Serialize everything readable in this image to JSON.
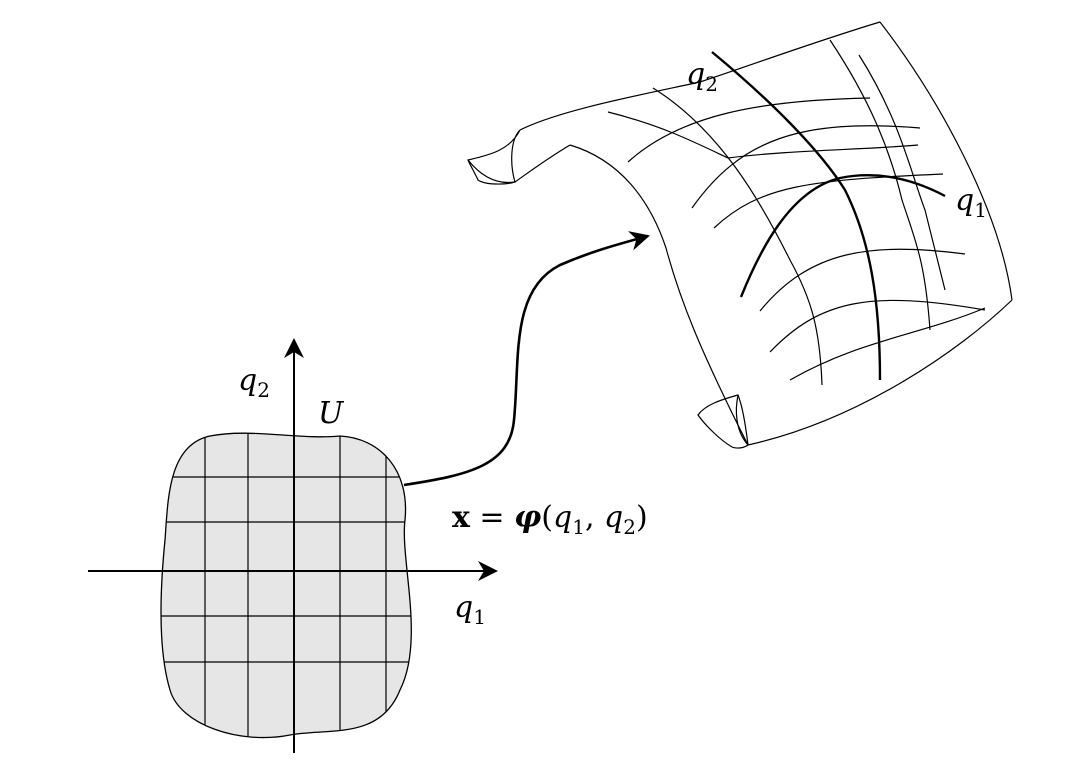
{
  "domain_labels": {
    "axis_q1": {
      "base": "q",
      "sub": "1"
    },
    "axis_q2": {
      "base": "q",
      "sub": "2"
    },
    "region": "U"
  },
  "surface_labels": {
    "curve_q1": {
      "base": "q",
      "sub": "1"
    },
    "curve_q2": {
      "base": "q",
      "sub": "2"
    }
  },
  "mapping": {
    "lhs": "x",
    "eq": " = ",
    "func": "φ",
    "args_open": "(",
    "arg1": {
      "base": "q",
      "sub": "1"
    },
    "comma": ", ",
    "arg2": {
      "base": "q",
      "sub": "2"
    },
    "args_close": ")"
  },
  "colors": {
    "region_fill": "#e6e6e6",
    "ink": "#000000"
  }
}
